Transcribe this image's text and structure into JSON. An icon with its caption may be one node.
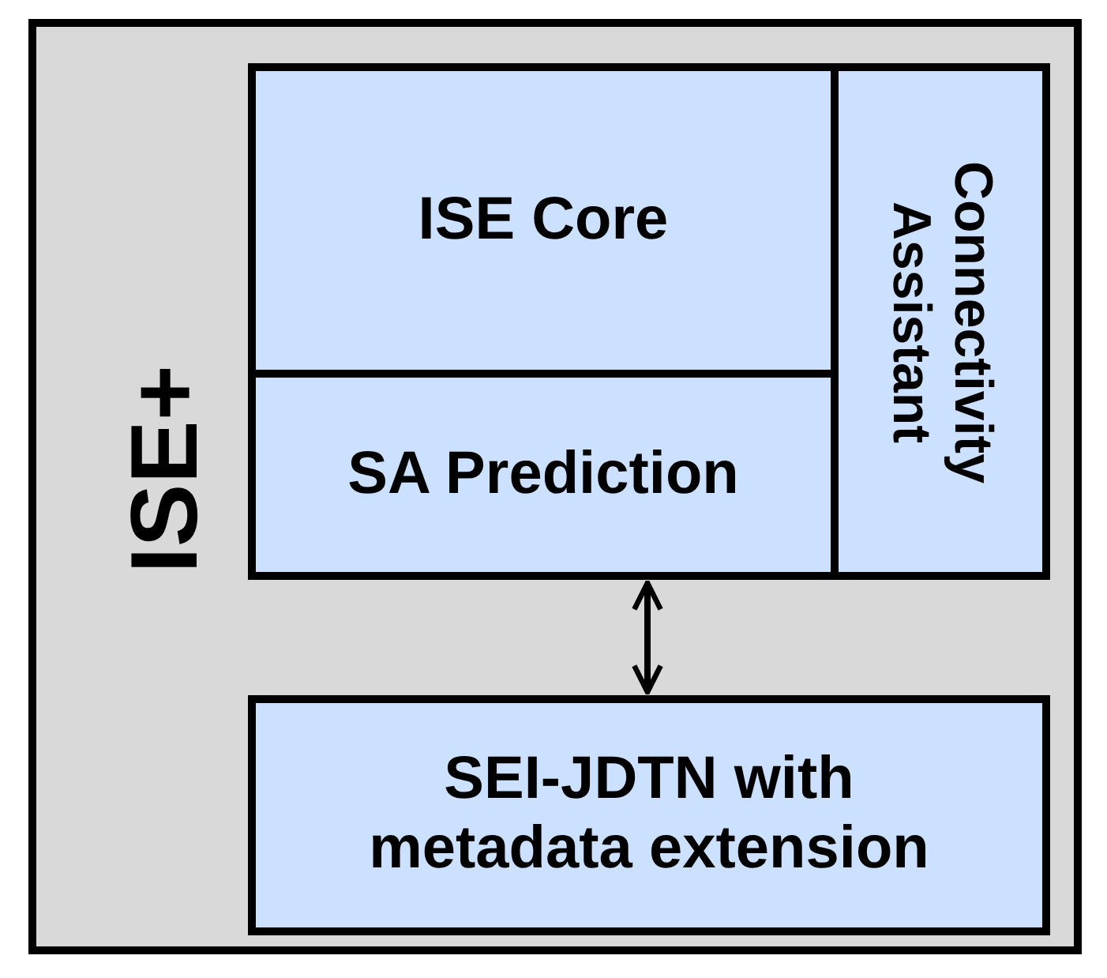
{
  "diagram": {
    "nodes": [
      {
        "text": [
          "ISE+"
        ]
      },
      {
        "text": [
          "ISE Core"
        ],
        "in": 0
      },
      {
        "text": [
          "SA Prediction"
        ],
        "in": 0
      },
      {
        "text": [
          "Connectivity Assistant"
        ],
        "in": 0
      },
      {
        "text": [
          "SEI-JDTN with metadata extension"
        ],
        "in": 0
      }
    ],
    "edges": [
      {
        "from": 2,
        "to": 4,
        "arrow": "both"
      }
    ]
  }
}
